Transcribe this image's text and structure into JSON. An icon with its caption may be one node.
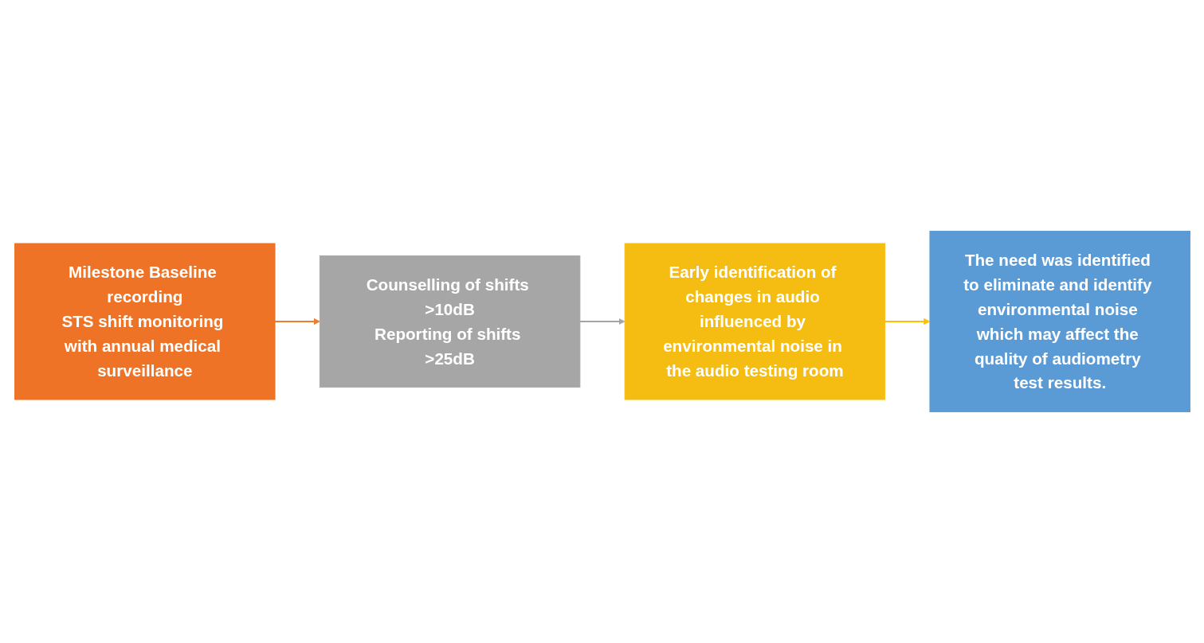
{
  "diagram": {
    "nodes": [
      {
        "text": [
          "Milestone Baseline recording",
          "STS shift monitoring with annual medical surveillance"
        ]
      },
      {
        "text": [
          "Counselling of shifts >10dB",
          "Reporting of shifts >25dB"
        ]
      },
      {
        "text": [
          "Early identification of changes in audio influenced by environmental noise in the audio testing room"
        ]
      },
      {
        "text": [
          "The need was identified to eliminate and identify environmental noise which may affect the quality of audiometry test results."
        ]
      }
    ],
    "edges": [
      {
        "from": 0,
        "to": 1,
        "arrow": "to",
        "color": "#ed7d31"
      },
      {
        "from": 1,
        "to": 2,
        "arrow": "to",
        "color": "#a5a5a5"
      },
      {
        "from": 2,
        "to": 3,
        "arrow": "to",
        "color": "#ffc000"
      }
    ]
  }
}
